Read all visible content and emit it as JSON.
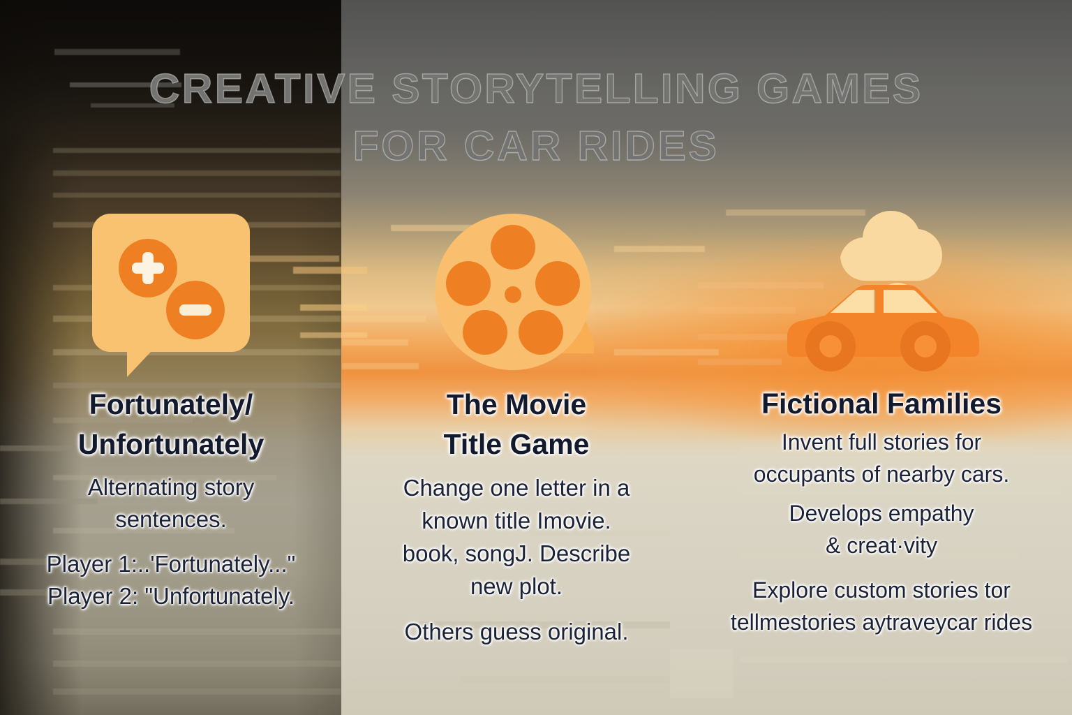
{
  "title": {
    "line1": "CREATIVE STORYTELLING GAMES",
    "line2": "FOR CAR RIDES",
    "color": "#737371"
  },
  "theme": {
    "accent_orange": "#ee8023",
    "icon_light_orange": "#f9bf6e",
    "car_body": "#f4842a",
    "car_window": "#fbdfa6",
    "heading_color": "#141a2e",
    "body_color": "#1b2237"
  },
  "cards": [
    {
      "icon": "speech-bubble-plus-minus-icon",
      "title_line1": "Fortunately/",
      "title_line2": "Unfortunately",
      "body_line1": "Alternating story",
      "body_line2": "sentences.",
      "body_line3": "Player 1:..'Fortunately...\"",
      "body_line4": "Player 2: \"Unfortunately."
    },
    {
      "icon": "film-reel-icon",
      "title_line1": "The Movie",
      "title_line2": "Title Game",
      "body_line1": "Change one letter in a",
      "body_line2": "known title Imovie.",
      "body_line3": "book, songJ. Describe",
      "body_line4": "new plot.",
      "body_line5": "Others guess original."
    },
    {
      "icon": "car-with-thought-bubble-icon",
      "title_line1": "Fictional Families",
      "body_line1": "Invent full stories for",
      "body_line2": "occupants of nearby cars.",
      "body_line3": "Develops empathy",
      "body_line4": "& creat·vity",
      "body_line5": "Explore custom stories tor",
      "body_line6": "tellmestories aytraveycar rides"
    }
  ]
}
